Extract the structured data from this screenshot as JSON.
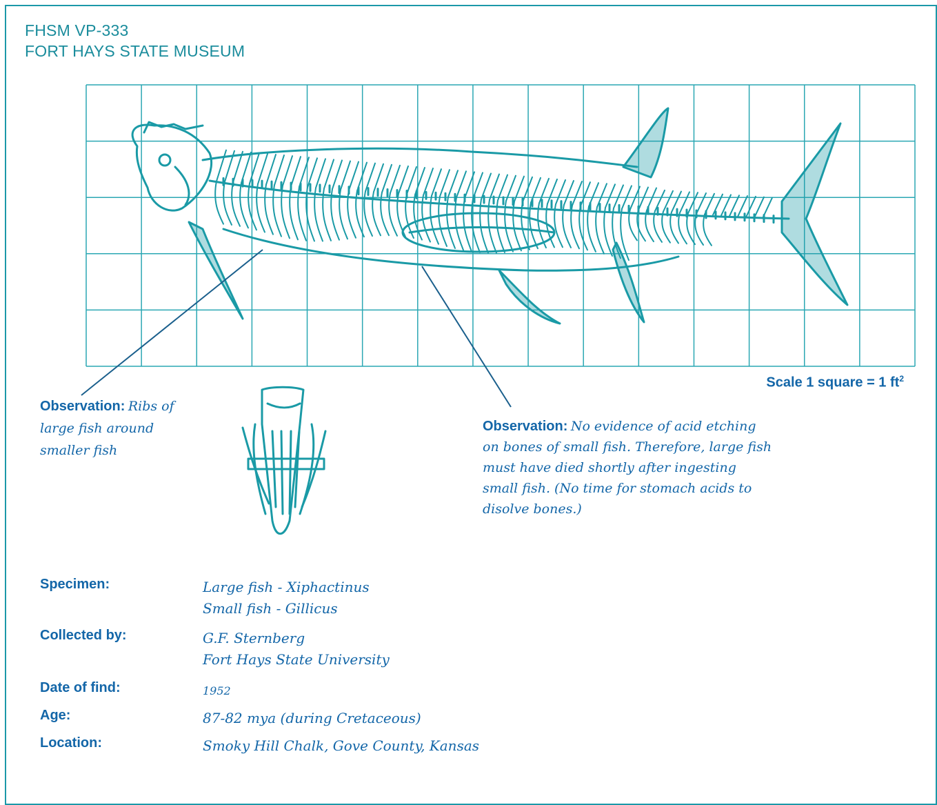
{
  "header": {
    "line1": "FHSM VP-333",
    "line2": "FORT HAYS STATE MUSEUM"
  },
  "scale": {
    "label": "Scale 1 square = 1 ft",
    "superscript": "2"
  },
  "observations": [
    {
      "label": "Observation:",
      "text": "Ribs of large fish around smaller fish"
    },
    {
      "label": "Observation:",
      "text": "No evidence of acid etching on bones of small fish. Therefore, large fish must have died shortly after ingesting small fish. (No time for stomach acids to disolve bones.)"
    }
  ],
  "info": {
    "specimen_label": "Specimen:",
    "specimen_line1": "Large fish - Xiphactinus",
    "specimen_line2": "Small fish - Gillicus",
    "collected_label": "Collected by:",
    "collected_line1": "G.F. Sternberg",
    "collected_line2": "Fort Hays State University",
    "date_label": "Date of find:",
    "date_value": "1952",
    "age_label": "Age:",
    "age_value": "87-82 mya (during Cretaceous)",
    "location_label": "Location:",
    "location_value": "Smoky Hill Chalk, Gove County, Kansas"
  },
  "colors": {
    "accent_teal": "#1b98a8",
    "label_blue": "#1366a8",
    "fossil_teal": "#1a9aa6"
  },
  "icons": {
    "fossil_drawing": "xiphactinus-skeleton-illustration",
    "detail_drawing": "gillicus-in-ribs-illustration"
  }
}
